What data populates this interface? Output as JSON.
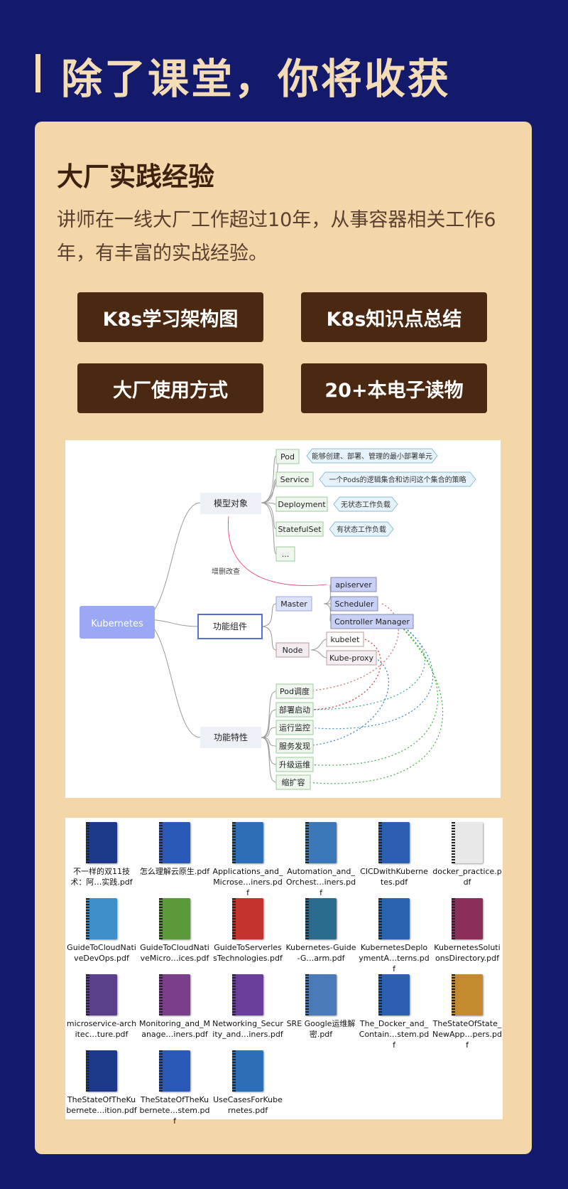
{
  "page": {
    "title": "除了课堂，你将收获"
  },
  "section": {
    "heading": "大厂实践经验",
    "description": "讲师在一线大厂工作超过10年，从事容器相关工作6年，有丰富的实战经验。"
  },
  "buttons": [
    "K8s学习架构图",
    "K8s知识点总结",
    "大厂使用方式",
    "20+本电子读物"
  ],
  "mindmap": {
    "root": "Kubernetes",
    "branches": [
      "模型对象",
      "功能组件",
      "功能特性"
    ],
    "objects": [
      "Pod",
      "Service",
      "Deployment",
      "StatefulSet",
      "..."
    ],
    "object_notes": [
      "能够创建、部署、管理的最小部署单元",
      "一个Pods的逻辑集合和访问这个集合的策略",
      "无状态工作负载",
      "有状态工作负载"
    ],
    "crud_label": "增删改查",
    "components": [
      "Master",
      "Node"
    ],
    "master_parts": [
      "apiserver",
      "Scheduler",
      "Controller Manager"
    ],
    "node_parts": [
      "kubelet",
      "Kube-proxy"
    ],
    "features": [
      "Pod调度",
      "部署启动",
      "运行监控",
      "服务发现",
      "升级运维",
      "缩扩容"
    ]
  },
  "files": [
    {
      "name": "不一样的双11技术：阿…实践.pdf",
      "color": "#1d3a8a"
    },
    {
      "name": "怎么理解云原生.pdf",
      "color": "#2a59b8"
    },
    {
      "name": "Applications_and_Microse…iners.pdf",
      "color": "#2c6fb7"
    },
    {
      "name": "Automation_and_Orchest…iners.pdf",
      "color": "#3a78b8"
    },
    {
      "name": "CICDwithKubernetes.pdf",
      "color": "#2d5fb0"
    },
    {
      "name": "docker_practice.pdf",
      "color": "#e8e8e8"
    },
    {
      "name": "GuideToCloudNativeDevOps.pdf",
      "color": "#3d8ec9"
    },
    {
      "name": "GuideToCloudNativeMicro…ices.pdf",
      "color": "#5a9a3a"
    },
    {
      "name": "GuideToServerlessTechnologies.pdf",
      "color": "#c4332e"
    },
    {
      "name": "Kubernetes-Guide-G…arm.pdf",
      "color": "#2a6c8e"
    },
    {
      "name": "KubernetesDeploymentA…terns.pdf",
      "color": "#2963b0"
    },
    {
      "name": "KubernetesSolutionsDirectory.pdf",
      "color": "#8a2e5a"
    },
    {
      "name": "microservice-architec…ture.pdf",
      "color": "#5a3f8a"
    },
    {
      "name": "Monitoring_and_Manage…iners.pdf",
      "color": "#7a3f8a"
    },
    {
      "name": "Networking_Security_and…iners.pdf",
      "color": "#6a3f9a"
    },
    {
      "name": "SRE Google运维解密.pdf",
      "color": "#4a7ab8"
    },
    {
      "name": "The_Docker_and_Contain…stem.pdf",
      "color": "#2d5fb0"
    },
    {
      "name": "TheStateOfState_NewApp…pers.pdf",
      "color": "#c48a2e"
    },
    {
      "name": "TheStateOfTheKubernete…ition.pdf",
      "color": "#1d3a8a"
    },
    {
      "name": "TheStateOfTheKubernete…stem.pdf",
      "color": "#2a59b8"
    },
    {
      "name": "UseCasesForKubernetes.pdf",
      "color": "#2c6fb7"
    }
  ]
}
